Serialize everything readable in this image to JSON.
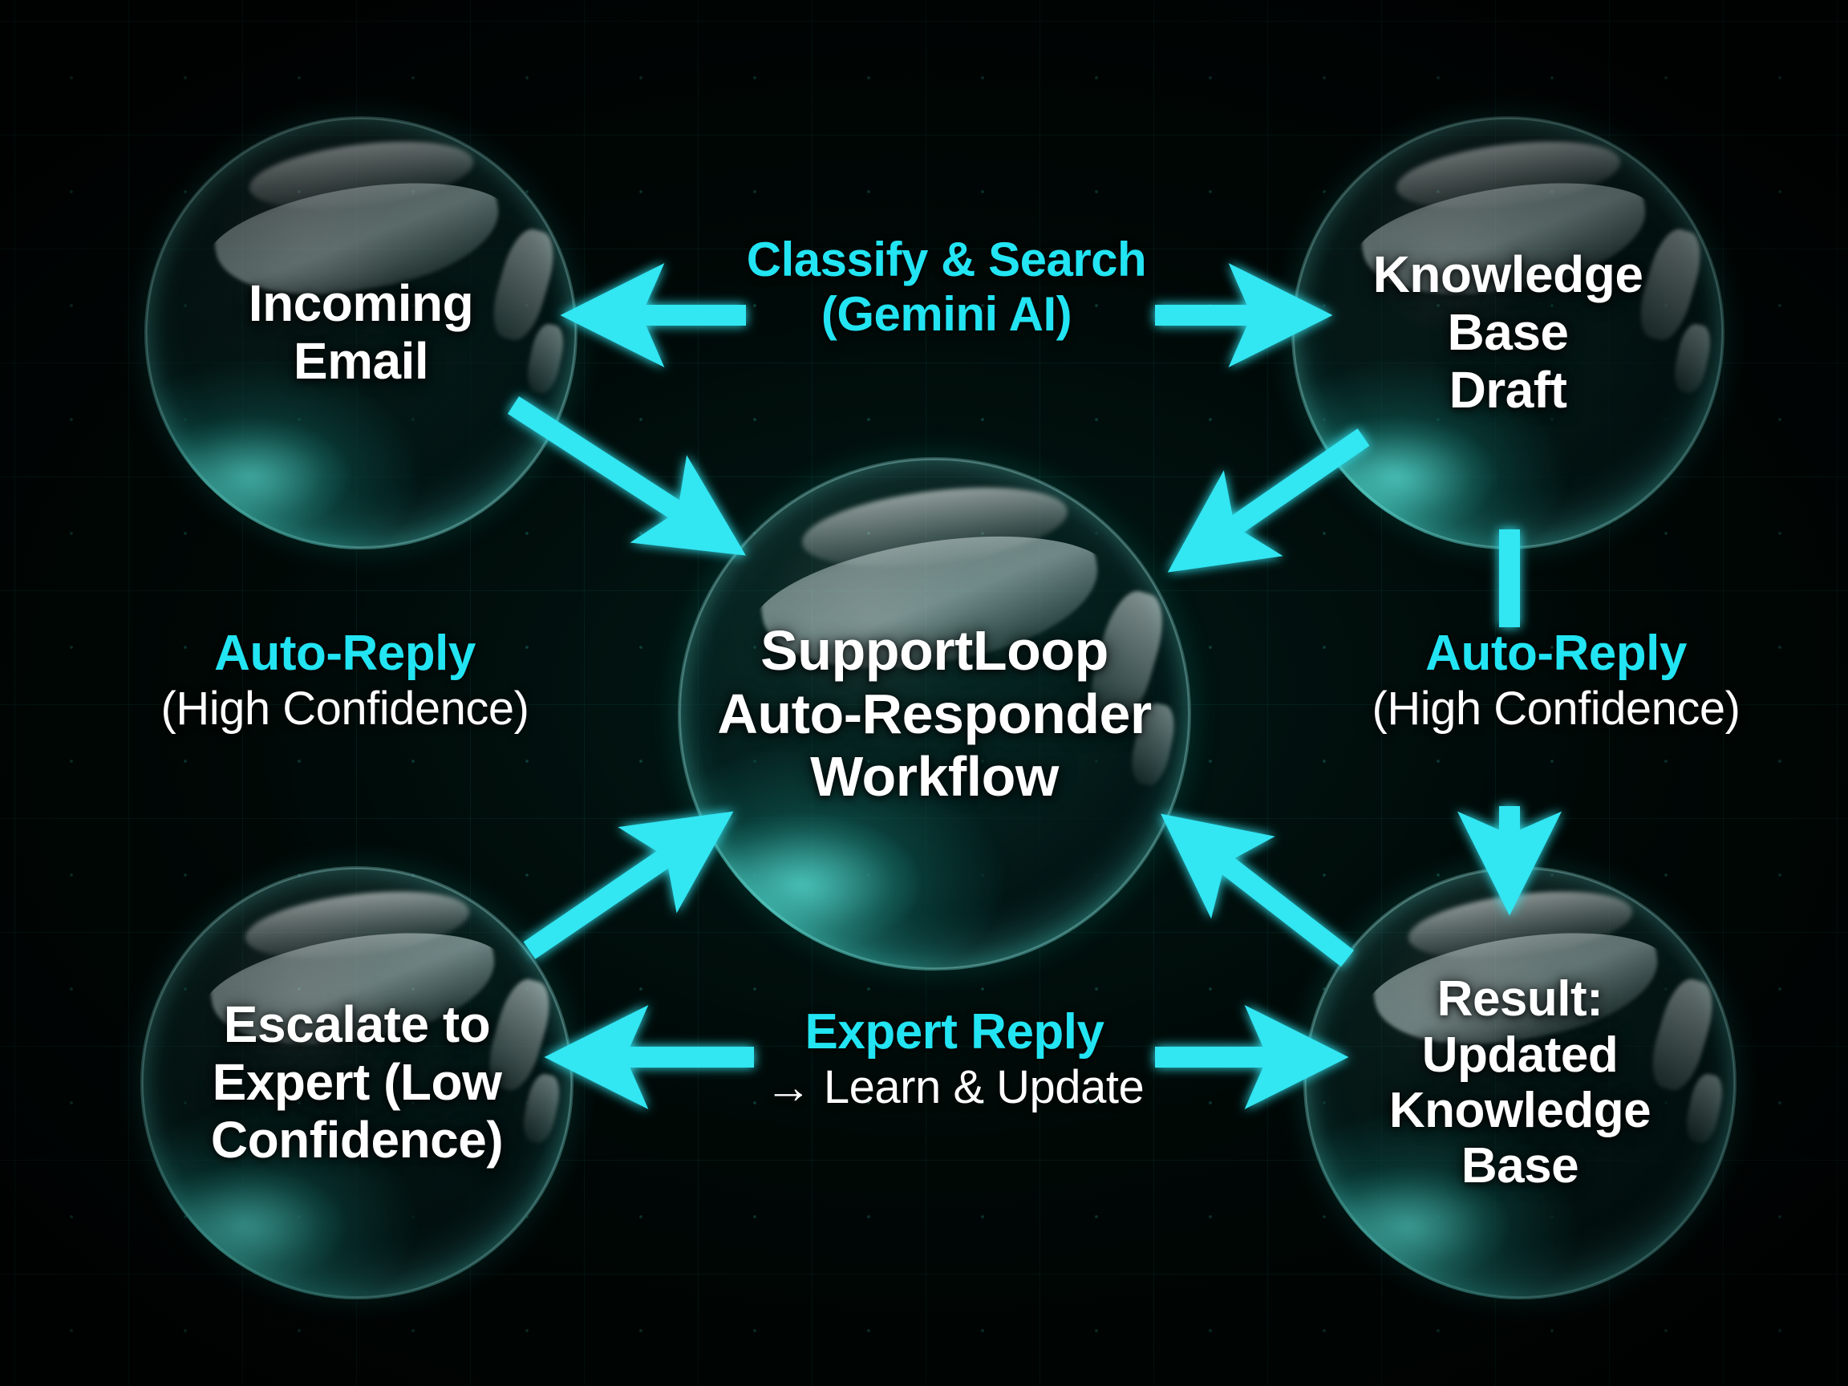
{
  "diagram": {
    "title": "SupportLoop Auto-Responder Workflow",
    "accent_color": "#22e4f2",
    "text_color": "#ffffff",
    "background_color": "#000705",
    "nodes": [
      {
        "id": "incoming",
        "label_line1": "Incoming",
        "label_line2": "Email"
      },
      {
        "id": "knowledge",
        "label_line1": "Knowledge Base",
        "label_line2": "Draft"
      },
      {
        "id": "center",
        "label_line1": "SupportLoop",
        "label_line2": "Auto-Responder",
        "label_line3": "Workflow"
      },
      {
        "id": "escalate",
        "label_line1": "Escalate to",
        "label_line2": "Expert (Low",
        "label_line3": "Confidence)"
      },
      {
        "id": "result",
        "label_line1": "Result:",
        "label_line2": "Updated",
        "label_line3": "Knowledge",
        "label_line4": "Base"
      }
    ],
    "edge_labels": {
      "classify": {
        "line1": "Classify & Search",
        "line2": "(Gemini AI)"
      },
      "left_reply": {
        "line1": "Auto-Reply",
        "line2": "(High Confidence)"
      },
      "right_reply": {
        "line1": "Auto-Reply",
        "line2": "(High Confidence)"
      },
      "expert": {
        "line1": "Expert Reply",
        "line2": "→ Learn & Update"
      }
    }
  }
}
